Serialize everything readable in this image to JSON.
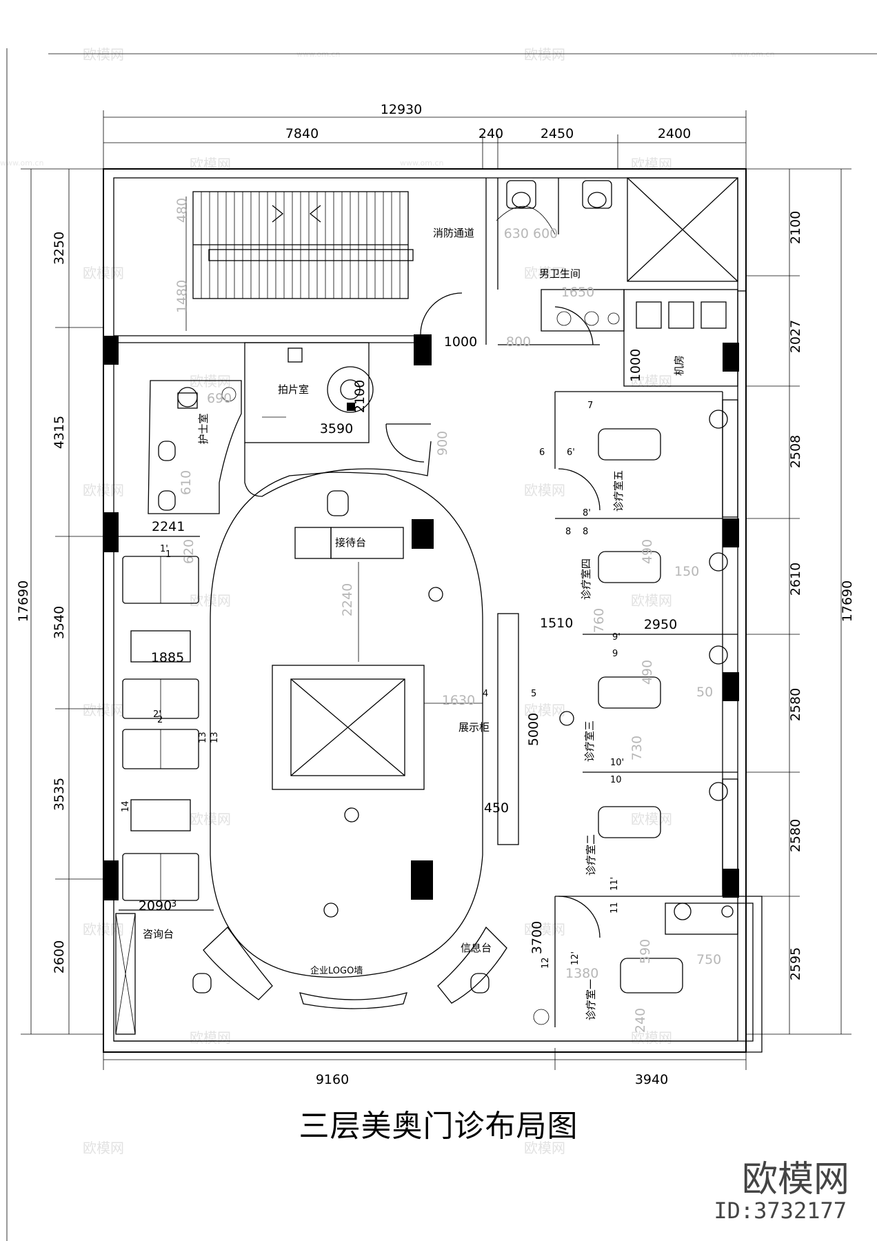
{
  "title": "三层美奥门诊布局图",
  "brand": "欧模网",
  "ref_id": "ID:3732177",
  "watermark": {
    "name": "欧模网",
    "url": "www.om.cn"
  },
  "dimensions": {
    "top_total": "12930",
    "top": [
      "7840",
      "240",
      "2450",
      "2400"
    ],
    "bottom": [
      "9160",
      "3940"
    ],
    "left_total": "17690",
    "left": [
      "3250",
      "4315",
      "3540",
      "3535",
      "2600"
    ],
    "right_total": "17690",
    "right": [
      "2100",
      "2027",
      "2508",
      "2610",
      "2580",
      "2580",
      "2595"
    ],
    "interior": {
      "d480": "480",
      "d1480": "1480",
      "d630600": "630 600",
      "d1650": "1650",
      "d1000a": "1000",
      "d800": "800",
      "d1000b": "1000",
      "d2100": "2100",
      "d690": "690",
      "d3590": "3590",
      "d900": "900",
      "d610": "610",
      "d2241": "2241",
      "d620": "620",
      "d2240": "2240",
      "d1885": "1885",
      "d1630": "1630",
      "d5000": "5000",
      "d450": "450",
      "d1510": "1510",
      "d2950": "2950",
      "d2090": "2090",
      "d3700": "3700",
      "d1380": "1380",
      "d750": "750",
      "d490a": "490",
      "d150": "150",
      "d760": "760",
      "d490b": "490",
      "d50": "50",
      "d730": "730",
      "d590": "590",
      "d240": "240"
    }
  },
  "rooms": {
    "fire_exit": "消防通道",
    "mens_wc": "男卫生间",
    "machine_room": "机房",
    "xray_room": "拍片室",
    "nurse_room": "护士室",
    "reception": "接待台",
    "display_cabinet": "展示柜",
    "consult_desk": "咨询台",
    "info_desk": "信息台",
    "logo_wall": "企业LOGO墙",
    "treat5": "诊疗室五",
    "treat4": "诊疗室四",
    "treat3": "诊疗室三",
    "treat2": "诊疗室二",
    "treat1": "诊疗室一"
  },
  "markers": {
    "m1": "1",
    "m1p": "1'",
    "m2": "2",
    "m2p": "2'",
    "m3": "3",
    "m4": "4",
    "m5": "5",
    "m6": "6",
    "m6p": "6'",
    "m7": "7",
    "m8": "8",
    "m8p": "8'",
    "m8b": "8",
    "m9": "9",
    "m9p": "9'",
    "m10": "10",
    "m10p": "10'",
    "m11": "11",
    "m11p": "11'",
    "m12": "12",
    "m12p": "12'",
    "m13": "13",
    "m13b": "13",
    "m14": "14"
  }
}
